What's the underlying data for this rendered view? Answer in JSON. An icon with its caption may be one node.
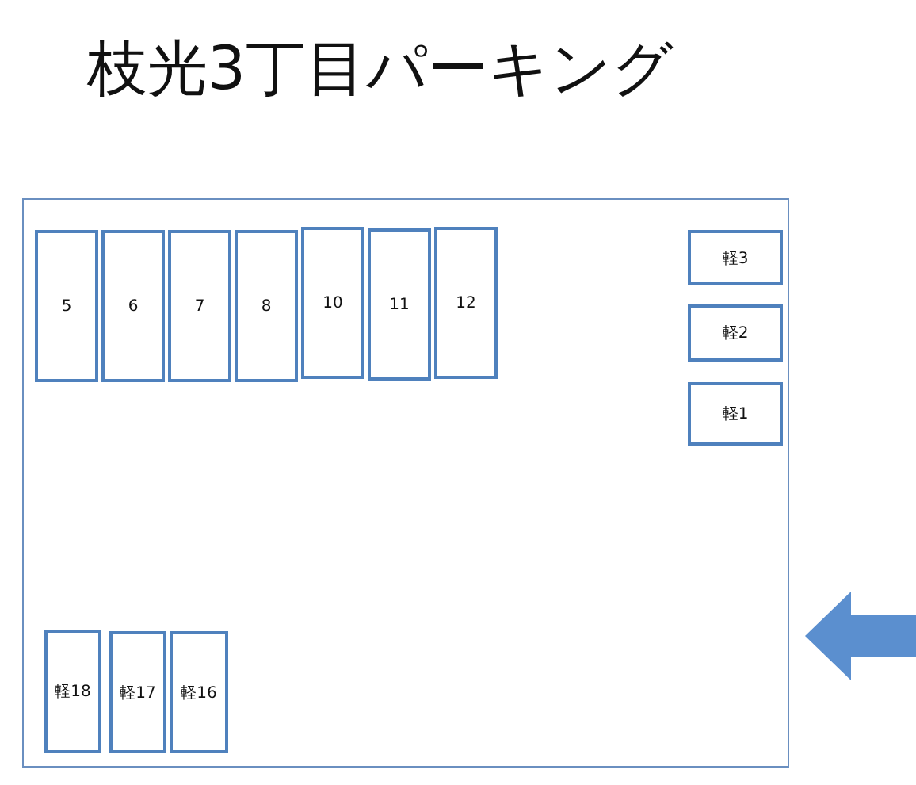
{
  "diagram": {
    "title": "枝光3丁目パーキング",
    "nodes": [
      {
        "text": [],
        "shape": "box"
      },
      {
        "text": [
          "5"
        ],
        "in": 0
      },
      {
        "text": [
          "6"
        ],
        "in": 0
      },
      {
        "text": [
          "7"
        ],
        "in": 0
      },
      {
        "text": [
          "8"
        ],
        "in": 0
      },
      {
        "text": [
          "10"
        ],
        "in": 0
      },
      {
        "text": [
          "11"
        ],
        "in": 0
      },
      {
        "text": [
          "12"
        ],
        "in": 0
      },
      {
        "text": [
          "軽3"
        ],
        "in": 0
      },
      {
        "text": [
          "軽2"
        ],
        "in": 0
      },
      {
        "text": [
          "軽1"
        ],
        "in": 0
      },
      {
        "text": [
          "軽18"
        ],
        "in": 0
      },
      {
        "text": [
          "軽17"
        ],
        "in": 0
      },
      {
        "text": [
          "軽16"
        ],
        "in": 0
      }
    ]
  }
}
